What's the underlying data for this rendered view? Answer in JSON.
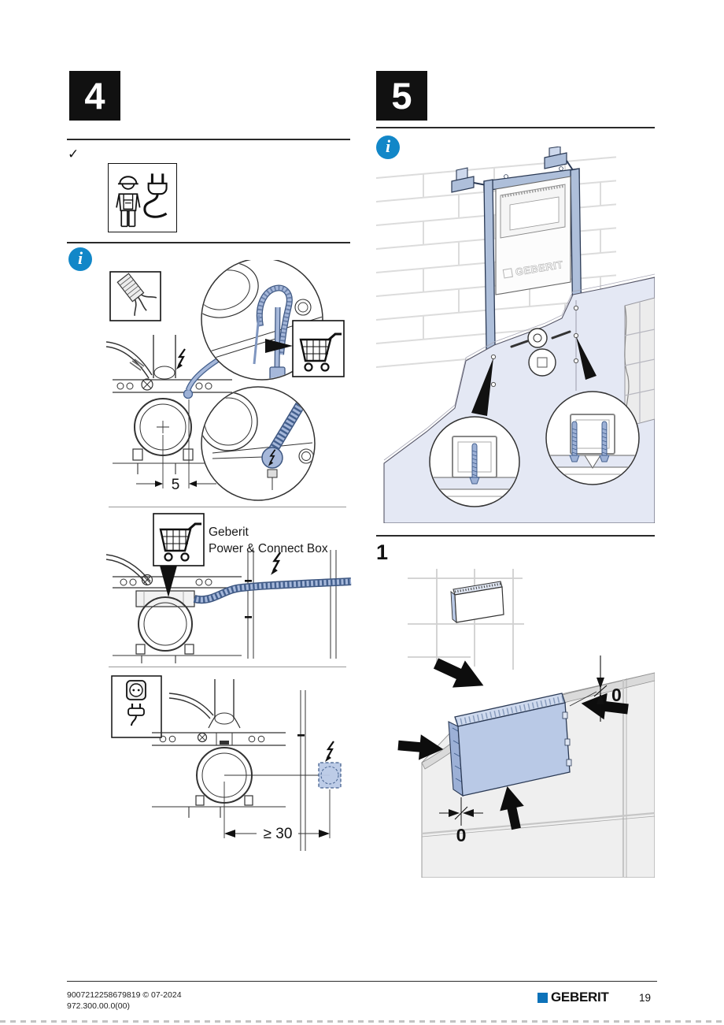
{
  "steps": {
    "step4": {
      "number": "4"
    },
    "step5": {
      "number": "5",
      "substep": "1"
    }
  },
  "symbols": {
    "checkmark": "✓",
    "info": "i"
  },
  "figures": {
    "cable_routing": {
      "dimension": "5"
    },
    "power_connect": {
      "label_line1": "Geberit",
      "label_line2": "Power & Connect Box"
    },
    "socket_position": {
      "dimension": "≥ 30"
    },
    "frame_wall": {
      "embossed_brand": "GEBERIT"
    },
    "box_flush": {
      "dimension_top": "0",
      "dimension_side": "0"
    }
  },
  "footer": {
    "doc_number": "9007212258679819 © 07-2024",
    "doc_code": "972.300.00.0(00)",
    "brand": "GEBERIT",
    "page_number": "19"
  },
  "colors": {
    "accent_info_blue": "#1287c8",
    "geberit_logo_blue": "#0d72b9",
    "part_blue_fill": "#b9c9e6",
    "part_blue_stroke": "#44608e",
    "panel_lavender": "#e4e8f4",
    "line_black": "#1a1a1a"
  },
  "icons": {
    "qualification": [
      "electrician-icon",
      "power-plug-icon"
    ],
    "figure_icons": [
      "cable-conduit-icon",
      "shopping-cart-icon",
      "lightning-arrow-icon",
      "power-socket-icon",
      "info-icon"
    ]
  }
}
